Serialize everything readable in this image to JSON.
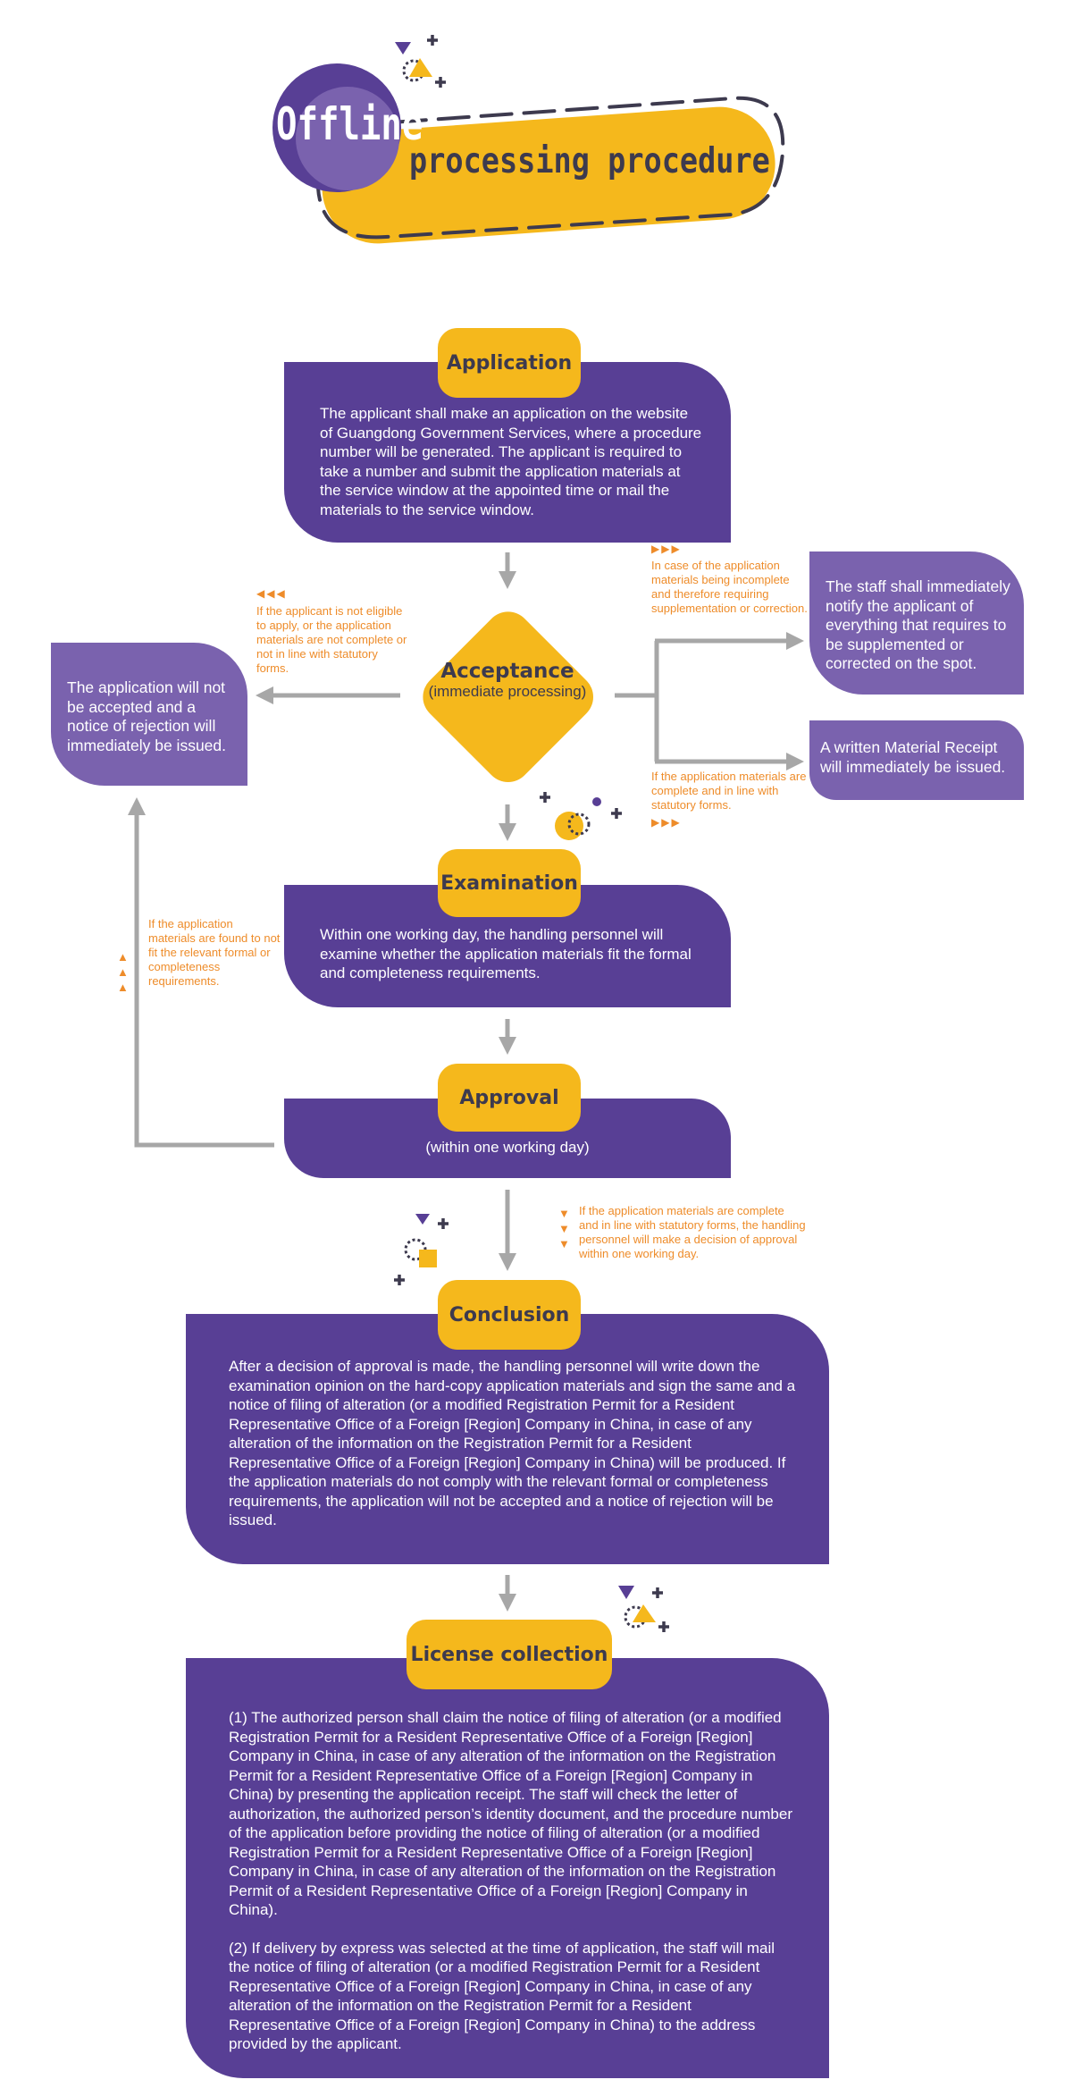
{
  "header": {
    "circle_word": "Offline",
    "banner_word": "processing procedure"
  },
  "colors": {
    "purple": "#583F95",
    "light_purple": "#7A62AE",
    "yellow": "#F5B81C",
    "orange": "#EE8C2A",
    "gray_arrow": "#A7A7A7",
    "dark_text": "#3d3a4e"
  },
  "steps": {
    "application": {
      "title": "Application",
      "text": "The applicant shall make an application on the website of Guangdong Government Services, where a procedure number will be generated. The applicant is required to take a number and submit the application materials at the service window at the appointed time or mail the materials to the service window."
    },
    "acceptance": {
      "title": "Acceptance",
      "subtitle": "(immediate processing)"
    },
    "examination": {
      "title": "Examination",
      "text": "Within one working day, the handling personnel will examine whether the application materials fit the formal and completeness requirements."
    },
    "approval": {
      "title": "Approval",
      "text": "(within one working day)"
    },
    "conclusion": {
      "title": "Conclusion",
      "text": "After a decision of approval is made, the handling personnel will write down the examination opinion on the hard-copy application materials and sign the same and a notice of filing of alteration (or a modified Registration Permit for a Resident Representative Office of a Foreign [Region] Company in China, in case of any alteration of the information on the Registration Permit for a Resident Representative Office of a Foreign [Region] Company in China) will be produced. If the application materials do not comply with the relevant formal or completeness requirements, the application will not be accepted and a notice of rejection will be issued."
    },
    "license": {
      "title": "License collection",
      "para1": "(1) The authorized person shall claim the notice of filing of alteration (or a modified Registration Permit for a Resident Representative Office of a Foreign [Region] Company in China, in case of any alteration of the information on the Registration Permit for a Resident Representative Office of a Foreign [Region] Company in China) by presenting the application receipt. The staff will check the letter of authorization, the authorized person’s identity document, and the procedure number of the application before providing the notice of filing of alteration (or a modified Registration Permit for a Resident Representative Office of a Foreign [Region] Company in China, in case of any alteration of the information on the Registration Permit of a Resident Representative Office of a Foreign [Region] Company in China).",
      "para2": "(2) If delivery by express was selected at the time of application, the staff will mail the notice of filing of alteration (or a modified Registration Permit for a Resident Representative Office of a Foreign [Region] Company in China, in case of any alteration of the information on the Registration Permit for a Resident Representative Office of a Foreign [Region] Company in China) to the address provided by the applicant."
    }
  },
  "side_boxes": {
    "rejection": "The application will not be accepted and a notice of rejection will immediately be issued.",
    "supplement": "The staff shall immediately notify the applicant of everything that requires to be supplemented or corrected on the spot.",
    "receipt": "A written Material Receipt will immediately be issued."
  },
  "notes": {
    "not_eligible": "If the applicant is not eligible to apply, or the application materials are not complete or not in line with statutory forms.",
    "incomplete": "In case of the application materials being incomplete and therefore requiring supplementation or correction.",
    "complete": "If the application materials are complete and in line with statutory forms.",
    "not_fit": "If the application materials are found to not fit the relevant formal or completeness requirements.",
    "approval_decision": "If the application materials are complete and in line with statutory forms, the handling personnel will make a decision of approval within one working day."
  }
}
